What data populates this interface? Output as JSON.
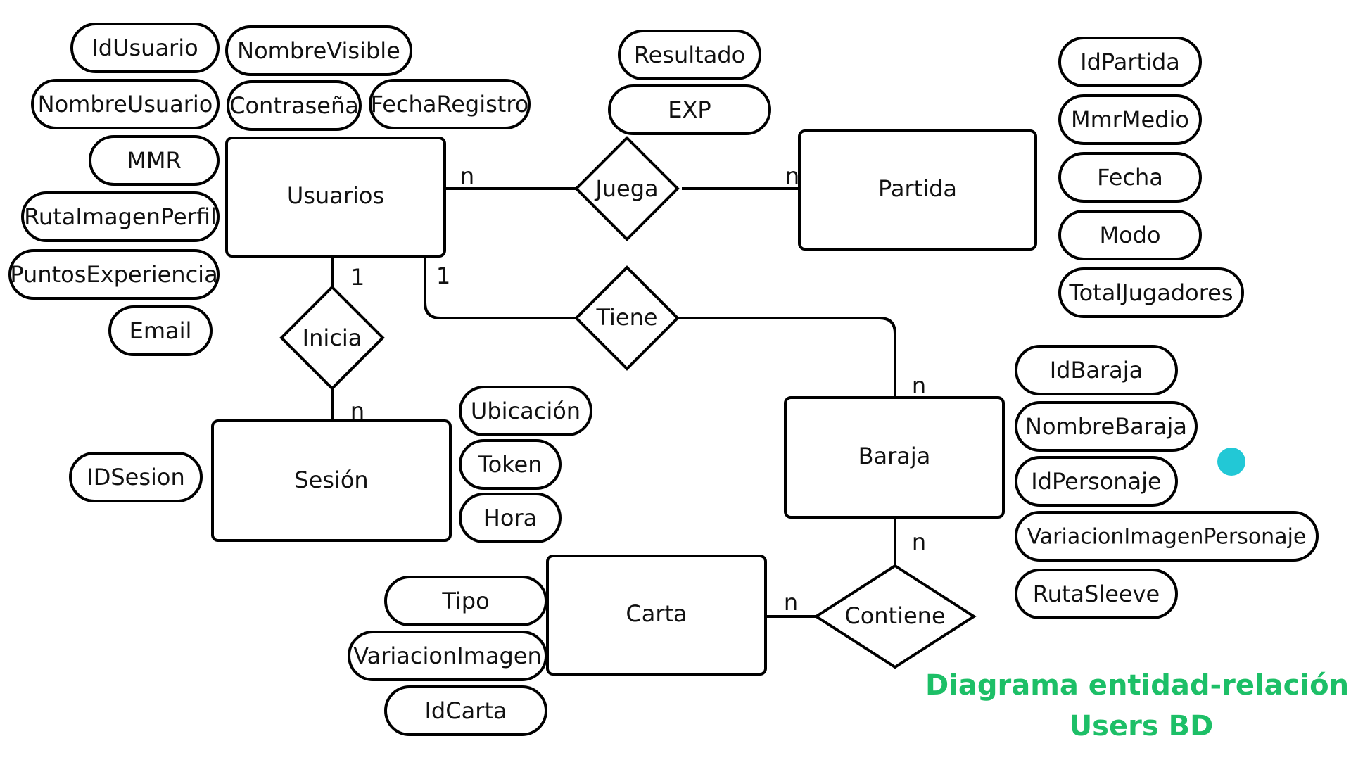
{
  "entities": {
    "usuarios": "Usuarios",
    "partida": "Partida",
    "sesion": "Sesión",
    "baraja": "Baraja",
    "carta": "Carta"
  },
  "relationships": {
    "juega": "Juega",
    "tiene": "Tiene",
    "inicia": "Inicia",
    "contiene": "Contiene"
  },
  "attributes": {
    "usuarios": [
      "IdUsuario",
      "NombreVisible",
      "NombreUsuario",
      "Contraseña",
      "FechaRegistro",
      "MMR",
      "RutaImagenPerfil",
      "PuntosExperiencia",
      "Email"
    ],
    "juega": [
      "Resultado",
      "EXP"
    ],
    "partida": [
      "IdPartida",
      "MmrMedio",
      "Fecha",
      "Modo",
      "TotalJugadores"
    ],
    "sesion": [
      "IDSesion",
      "Ubicación",
      "Token",
      "Hora"
    ],
    "baraja": [
      "IdBaraja",
      "NombreBaraja",
      "IdPersonaje",
      "VariacionImagenPersonaje",
      "RutaSleeve"
    ],
    "carta": [
      "Tipo",
      "VariacionImagen",
      "IdCarta"
    ]
  },
  "cardinalities": {
    "usuarios_juega": "n",
    "partida_juega": "n",
    "usuarios_inicia": "1",
    "sesion_inicia": "n",
    "usuarios_tiene": "1",
    "baraja_tiene": "n",
    "baraja_contiene": "n",
    "carta_contiene": "n"
  },
  "title": {
    "line1": "Diagrama entidad-relación",
    "line2": "Users BD"
  },
  "colors": {
    "title": "#1dbf67",
    "dot": "#22c8d6",
    "stroke": "#000000"
  }
}
